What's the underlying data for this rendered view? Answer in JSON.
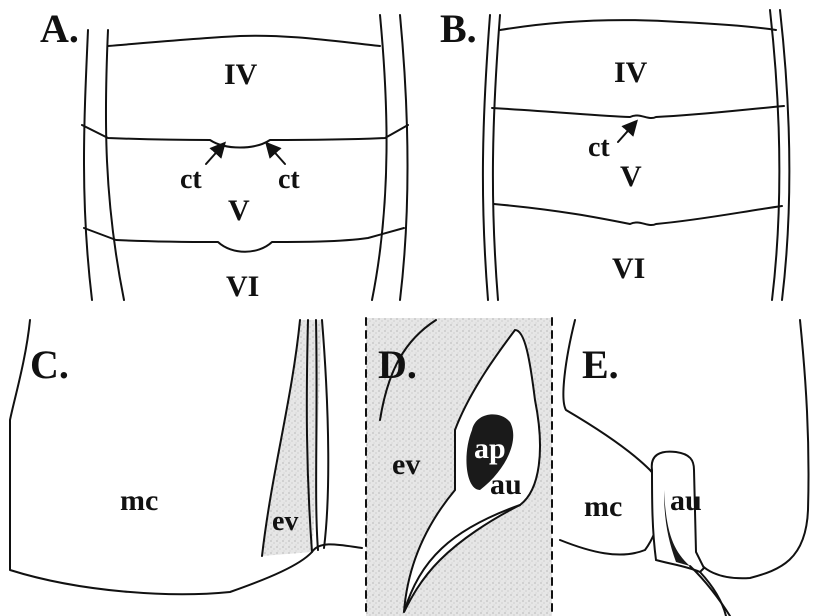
{
  "colors": {
    "ink": "#111111",
    "stipple_base": "#dcdcdc",
    "dark_fill": "#1a1a1a"
  },
  "panels": {
    "a": {
      "letter": "A.",
      "seg_upper": "IV",
      "seg_mid": "V",
      "seg_lower": "VI",
      "ct_left": "ct",
      "ct_right": "ct"
    },
    "b": {
      "letter": "B.",
      "seg_upper": "IV",
      "seg_mid": "V",
      "seg_lower": "VI",
      "ct": "ct"
    },
    "c": {
      "letter": "C.",
      "mc": "mc",
      "ev": "ev"
    },
    "d": {
      "letter": "D.",
      "ev": "ev",
      "ap": "ap",
      "au": "au"
    },
    "e": {
      "letter": "E.",
      "mc": "mc",
      "au": "au"
    }
  }
}
